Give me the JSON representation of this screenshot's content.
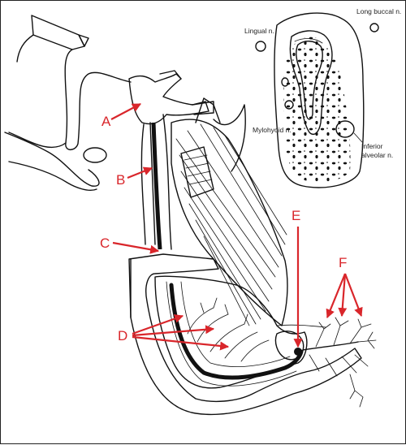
{
  "labels": {
    "a": "A",
    "b": "B",
    "c": "C",
    "d": "D",
    "e": "E",
    "f": "F"
  },
  "inset": {
    "lingual": "Lingual n.",
    "long_buccal": "Long buccal n.",
    "mylohyoid": "Mylohyoid n.",
    "inferior_alveolar_1": "Inferior",
    "inferior_alveolar_2": "alveolar n."
  },
  "colors": {
    "arrow": "#d9262b",
    "ink": "#111111"
  }
}
